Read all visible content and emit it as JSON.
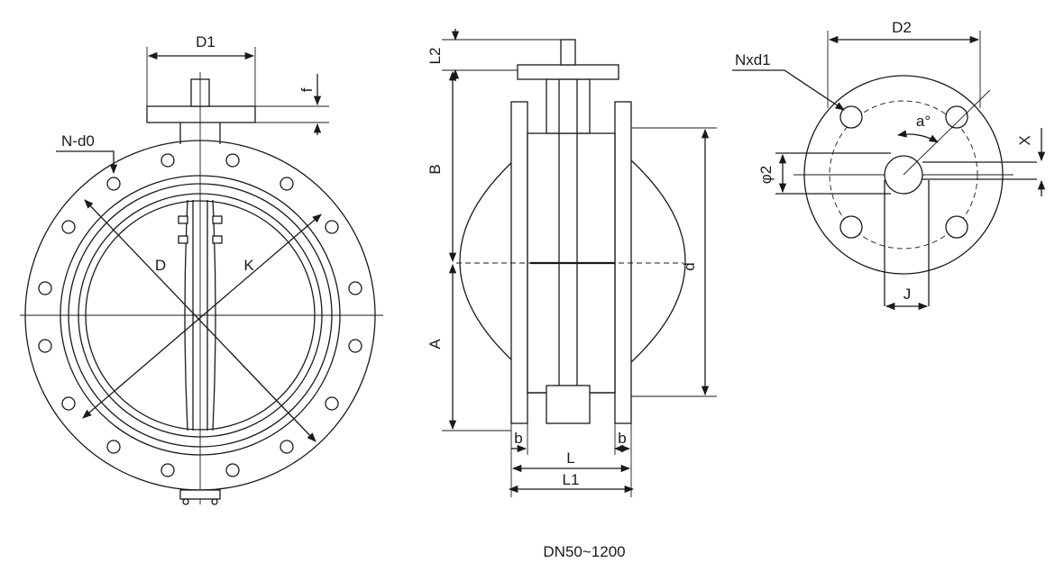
{
  "caption": "DN50~1200",
  "views": {
    "front": {
      "labels": {
        "d1": "D1",
        "f": "f",
        "n_d0": "N-d0",
        "d": "D",
        "k": "K"
      }
    },
    "side": {
      "labels": {
        "l2": "L2",
        "b_upper": "B",
        "a": "A",
        "d_small": "d",
        "b_left": "b",
        "b_right": "b",
        "l": "L",
        "l1": "L1"
      }
    },
    "top_flange": {
      "labels": {
        "d2": "D2",
        "nxd1": "Nxd1",
        "angle": "a°",
        "x": "X",
        "phi2": "φ2",
        "j": "J"
      }
    }
  }
}
